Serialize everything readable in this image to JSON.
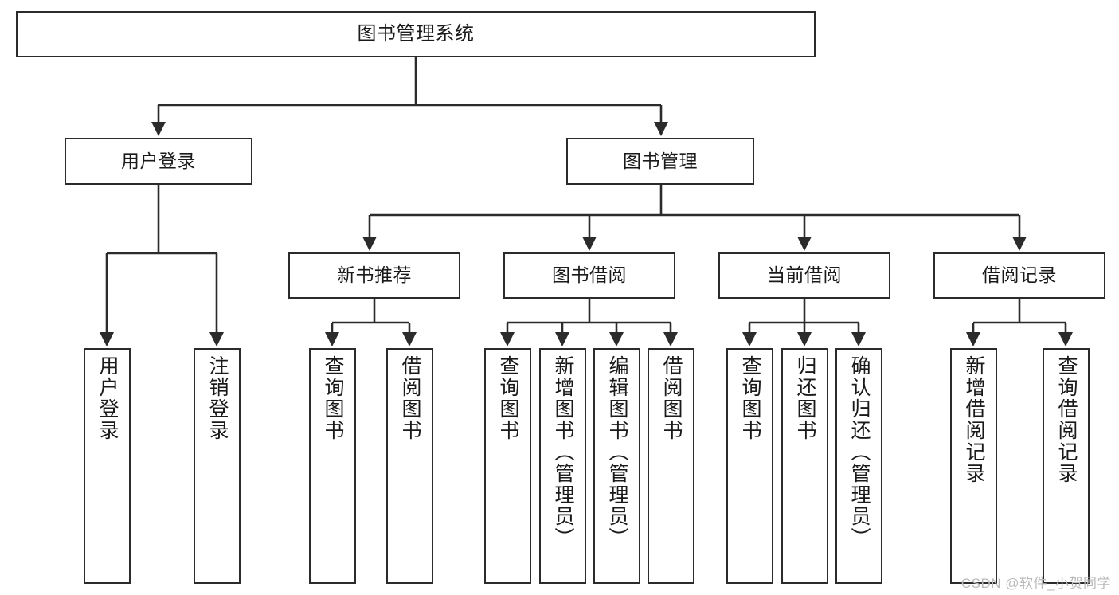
{
  "diagram": {
    "title_node": {
      "label": "图书管理系统"
    },
    "level2": [
      {
        "label": "用户登录"
      },
      {
        "label": "图书管理"
      }
    ],
    "level3": [
      {
        "label": "新书推荐"
      },
      {
        "label": "图书借阅"
      },
      {
        "label": "当前借阅"
      },
      {
        "label": "借阅记录"
      }
    ],
    "leaves_user_login": [
      {
        "label": "用户登录"
      },
      {
        "label": "注销登录"
      }
    ],
    "leaves_new_book": [
      {
        "label": "查询图书"
      },
      {
        "label": "借阅图书"
      }
    ],
    "leaves_book_borrow": [
      {
        "label": "查询图书"
      },
      {
        "label": "新增图书（管理员）"
      },
      {
        "label": "编辑图书（管理员）"
      },
      {
        "label": "借阅图书"
      }
    ],
    "leaves_current_borrow": [
      {
        "label": "查询图书"
      },
      {
        "label": "归还图书"
      },
      {
        "label": "确认归还（管理员）"
      }
    ],
    "leaves_borrow_record": [
      {
        "label": "新增借阅记录"
      },
      {
        "label": "查询借阅记录"
      }
    ]
  },
  "watermark": {
    "text": "CSDN @软件_小贺同学"
  },
  "colors": {
    "stroke": "#2b2b2b",
    "background": "#ffffff",
    "text": "#1a1a1a",
    "watermark": "#b9b9b9"
  }
}
